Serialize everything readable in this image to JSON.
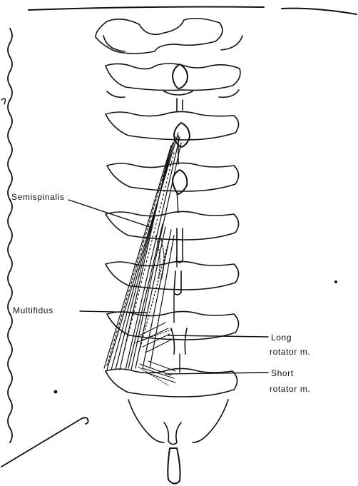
{
  "labels": {
    "semispinalis": "Semispinalis",
    "multifidus": "Multifidus",
    "long_rotator_line1": "Long",
    "long_rotator_line2": "rotator m.",
    "short_rotator_line1": "Short",
    "short_rotator_line2": "rotator m."
  },
  "colors": {
    "ink": "#111111",
    "background": "#ffffff"
  }
}
